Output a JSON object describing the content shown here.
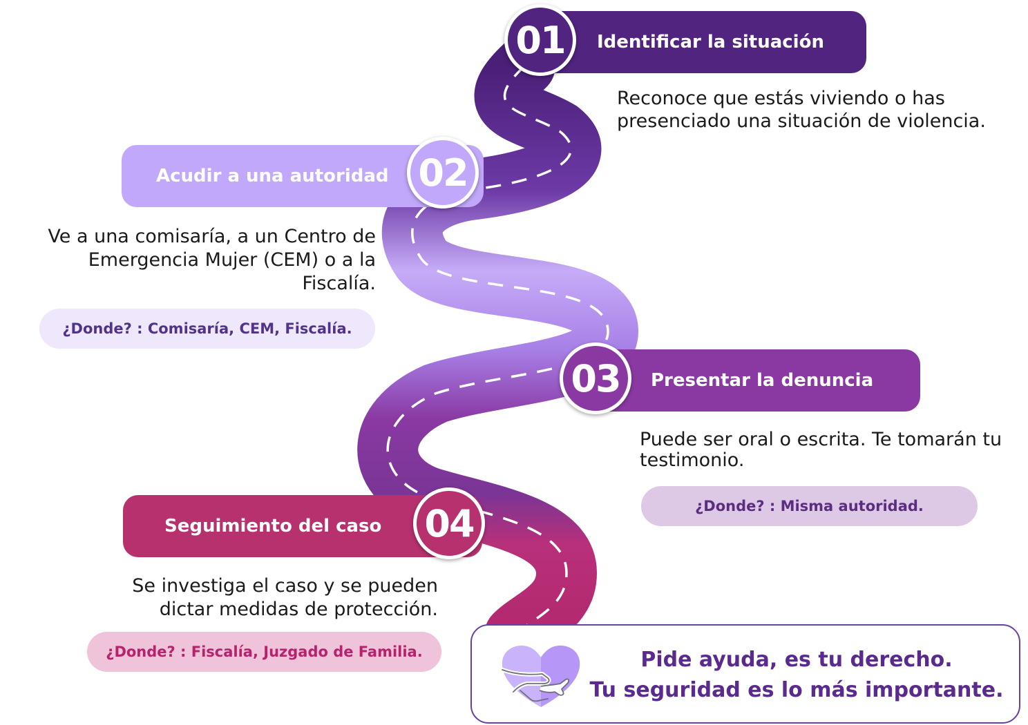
{
  "steps": [
    {
      "number": "01",
      "title": "Identificar la situación",
      "description": "Reconoce que estás viviendo o has presenciado una situación de violencia.",
      "color": "#51247f"
    },
    {
      "number": "02",
      "title": "Acudir a una autoridad",
      "description": "Ve a una comisaría, a un Centro de Emergencia Mujer (CEM) o a la Fiscalía.",
      "where": "¿Donde? : Comisaría, CEM, Fiscalía.",
      "color": "#c2a8fa"
    },
    {
      "number": "03",
      "title": "Presentar la denuncia",
      "description": "Puede ser oral o escrita. Te tomarán tu testimonio.",
      "where": "¿Donde? : Misma autoridad.",
      "color": "#8a39a3"
    },
    {
      "number": "04",
      "title": "Seguimiento del caso",
      "description": "Se investiga el caso y se pueden dictar medidas de protección.",
      "where": "¿Donde? : Fiscalía, Juzgado de Familia.",
      "color": "#b6316e"
    }
  ],
  "callout": {
    "line1": "Pide ayuda, es tu derecho.",
    "line2": "Tu seguridad es lo más importante.",
    "icon": "heart-hug-icon",
    "color": "#5a2a8e"
  },
  "road": {
    "gradient": [
      "#51247f",
      "#c2a8fa",
      "#8a39a3",
      "#b6316e"
    ]
  }
}
